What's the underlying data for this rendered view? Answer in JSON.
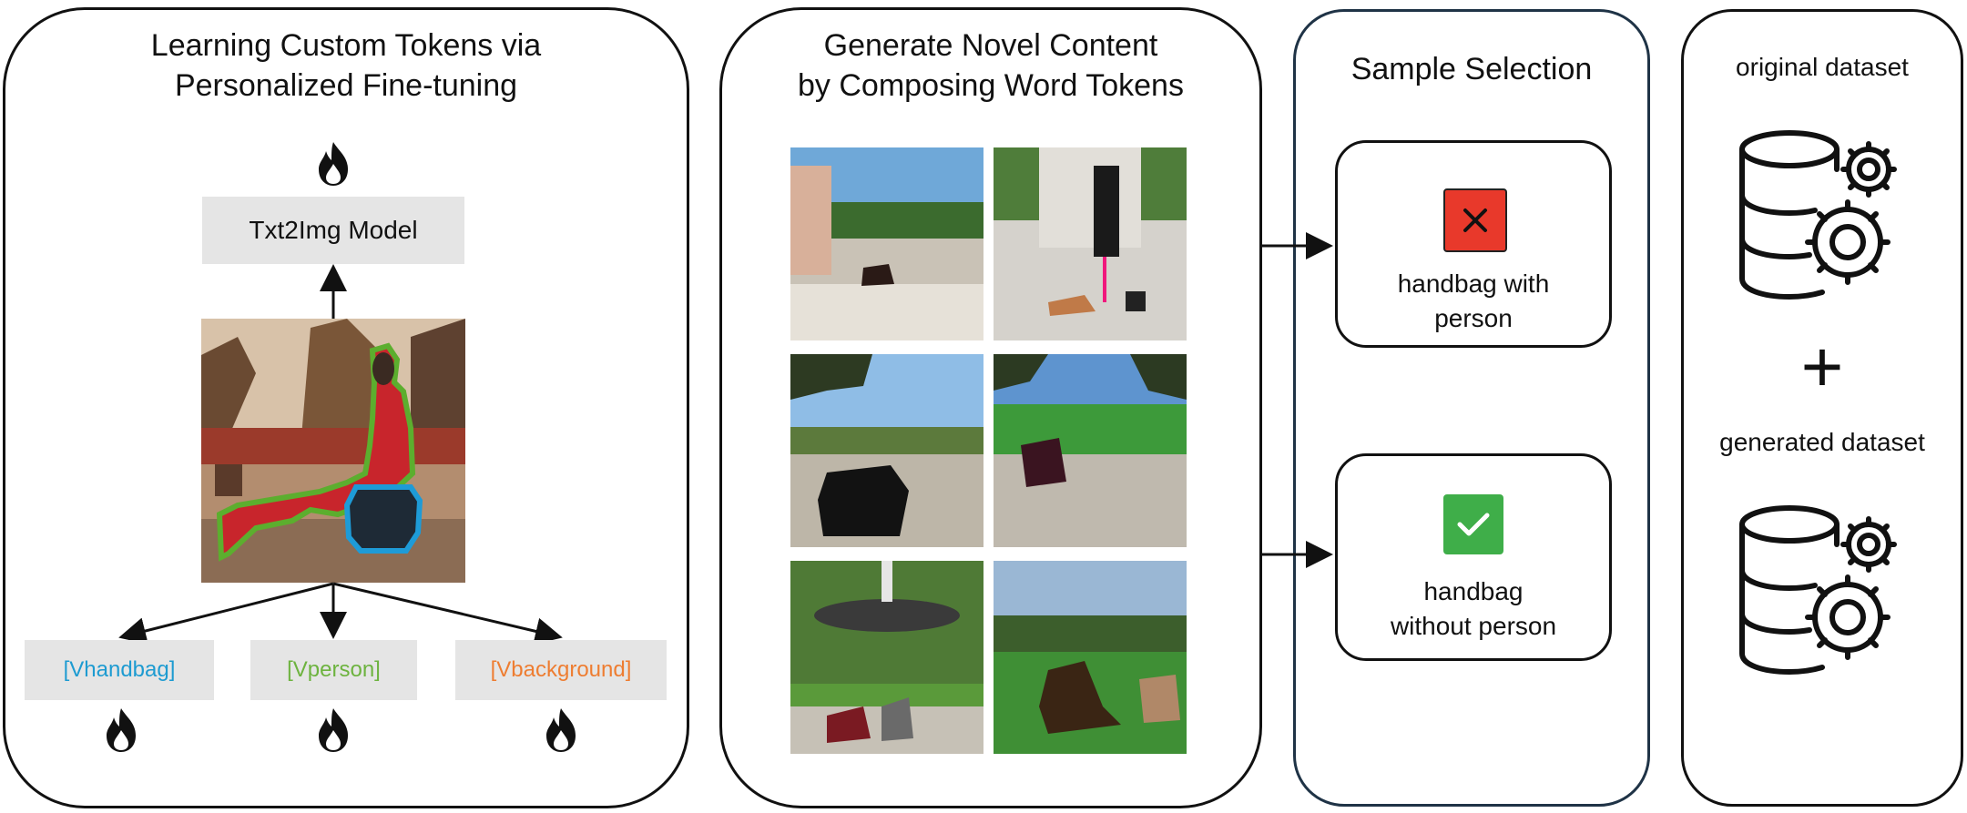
{
  "panel1": {
    "title_line1": "Learning Custom Tokens via",
    "title_line2": "Personalized Fine-tuning",
    "model_label": "Txt2Img Model",
    "tokens": [
      {
        "label": "[Vhandbag]",
        "color": "#1d9bd1"
      },
      {
        "label": "[Vperson]",
        "color": "#6db33f"
      },
      {
        "label": "[Vbackground]",
        "color": "#ee7d31"
      }
    ]
  },
  "panel2": {
    "title_line1": "Generate Novel Content",
    "title_line2": "by Composing Word Tokens"
  },
  "panel3": {
    "title": "Sample Selection",
    "reject_line1": "handbag with",
    "reject_line2": "person",
    "accept_line1": "handbag",
    "accept_line2": "without person",
    "reject_color": "#e8392b",
    "accept_color": "#3fae49"
  },
  "panel4": {
    "original_label": "original dataset",
    "plus": "+",
    "generated_label": "generated dataset"
  },
  "icons": {
    "flame": "flame-icon",
    "reject": "x-icon",
    "accept": "check-icon",
    "database": "database-gear-icon"
  }
}
